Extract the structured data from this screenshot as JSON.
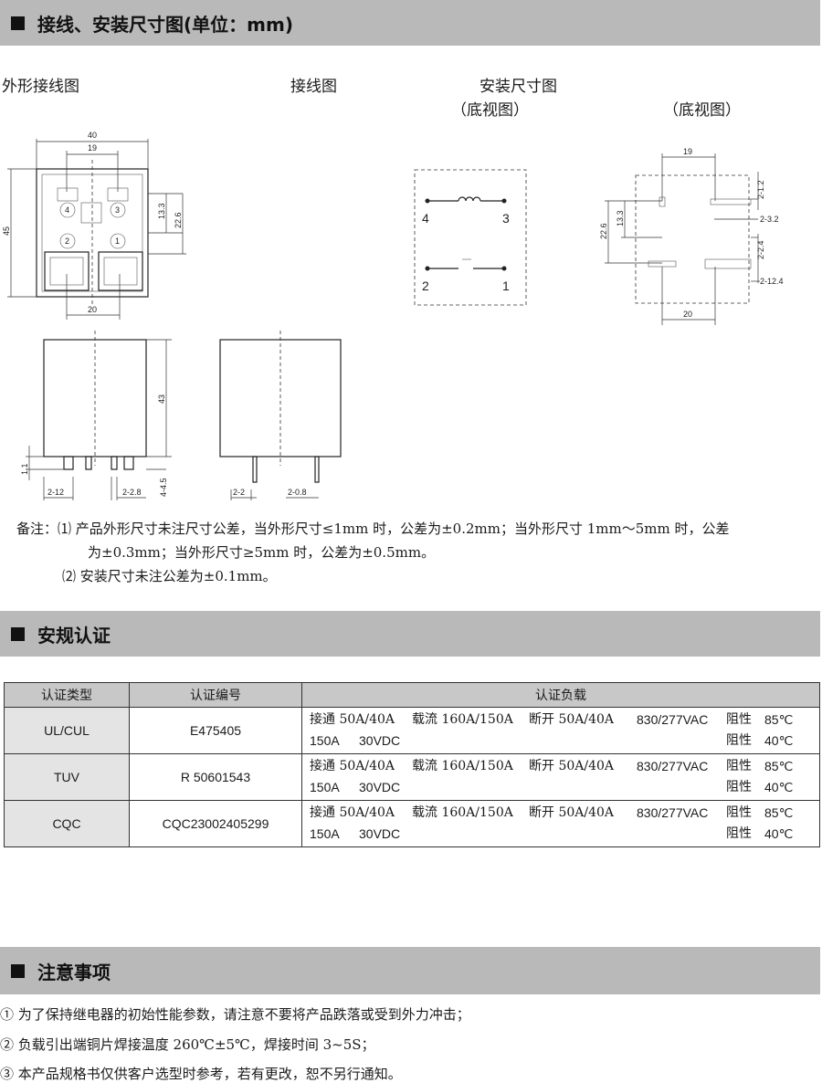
{
  "section1": {
    "title": "接线、安装尺寸图(单位：mm)"
  },
  "labels": {
    "outline": "外形接线图",
    "wiring": "接线图",
    "install": "安装尺寸图",
    "bottom_view_1": "（底视图）",
    "bottom_view_2": "（底视图）"
  },
  "outline_dims": {
    "width": "40",
    "pin_span_top": "19",
    "height": "45",
    "d_13_3": "13.3",
    "d_22_6": "22.6",
    "pin_span_bottom": "20",
    "pin_labels": [
      "4",
      "3",
      "2",
      "1"
    ]
  },
  "side_dims": {
    "height": "43",
    "d_1_1": "1.1",
    "d_2_12": "2-12",
    "d_2_2_8": "2-2.8",
    "d_4_4_5": "4-4.5",
    "d_2_2": "2-2",
    "d_2_0_8": "2-0.8"
  },
  "wiring_pins": [
    "4",
    "3",
    "2",
    "1"
  ],
  "install_dims": {
    "top": "19",
    "d_2_1_2": "2-1.2",
    "d_22_6": "22.6",
    "d_13_3": "13.3",
    "d_2_3_2": "2-3.2",
    "d_2_2_4": "2-2.4",
    "d_2_12_4": "2-12.4",
    "bottom": "20"
  },
  "notes": {
    "line1": "备注：⑴ 产品外形尺寸未注尺寸公差，当外形尺寸≤1mm 时，公差为±0.2mm；当外形尺寸 1mm～5mm 时，公差",
    "line2": "为±0.3mm；当外形尺寸≥5mm 时，公差为±0.5mm。",
    "line3": "⑵ 安装尺寸未注公差为±0.1mm。"
  },
  "section2": {
    "title": "安规认证"
  },
  "table": {
    "headers": [
      "认证类型",
      "认证编号",
      "认证负载"
    ],
    "rows": [
      {
        "type": "UL/CUL",
        "code": "E475405",
        "l1": [
          "接通 50A/40A",
          "载流 160A/150A",
          "断开 50A/40A",
          "830/277VAC",
          "阻性",
          "85℃"
        ],
        "l2": [
          "150A",
          "30VDC",
          "阻性",
          "40℃"
        ]
      },
      {
        "type": "TUV",
        "code": "R 50601543",
        "l1": [
          "接通 50A/40A",
          "载流 160A/150A",
          "断开 50A/40A",
          "830/277VAC",
          "阻性",
          "85℃"
        ],
        "l2": [
          "150A",
          "30VDC",
          "阻性",
          "40℃"
        ]
      },
      {
        "type": "CQC",
        "code": "CQC23002405299",
        "l1": [
          "接通 50A/40A",
          "载流 160A/150A",
          "断开 50A/40A",
          "830/277VAC",
          "阻性",
          "85℃"
        ],
        "l2": [
          "150A",
          "30VDC",
          "阻性",
          "40℃"
        ]
      }
    ]
  },
  "section3": {
    "title": "注意事项"
  },
  "attention": [
    "① 为了保持继电器的初始性能参数，请注意不要将产品跌落或受到外力冲击；",
    "② 负载引出端铜片焊接温度 260℃±5℃，焊接时间 3~5S；",
    "③ 本产品规格书仅供客户选型时参考，若有更改，恕不另行通知。"
  ]
}
